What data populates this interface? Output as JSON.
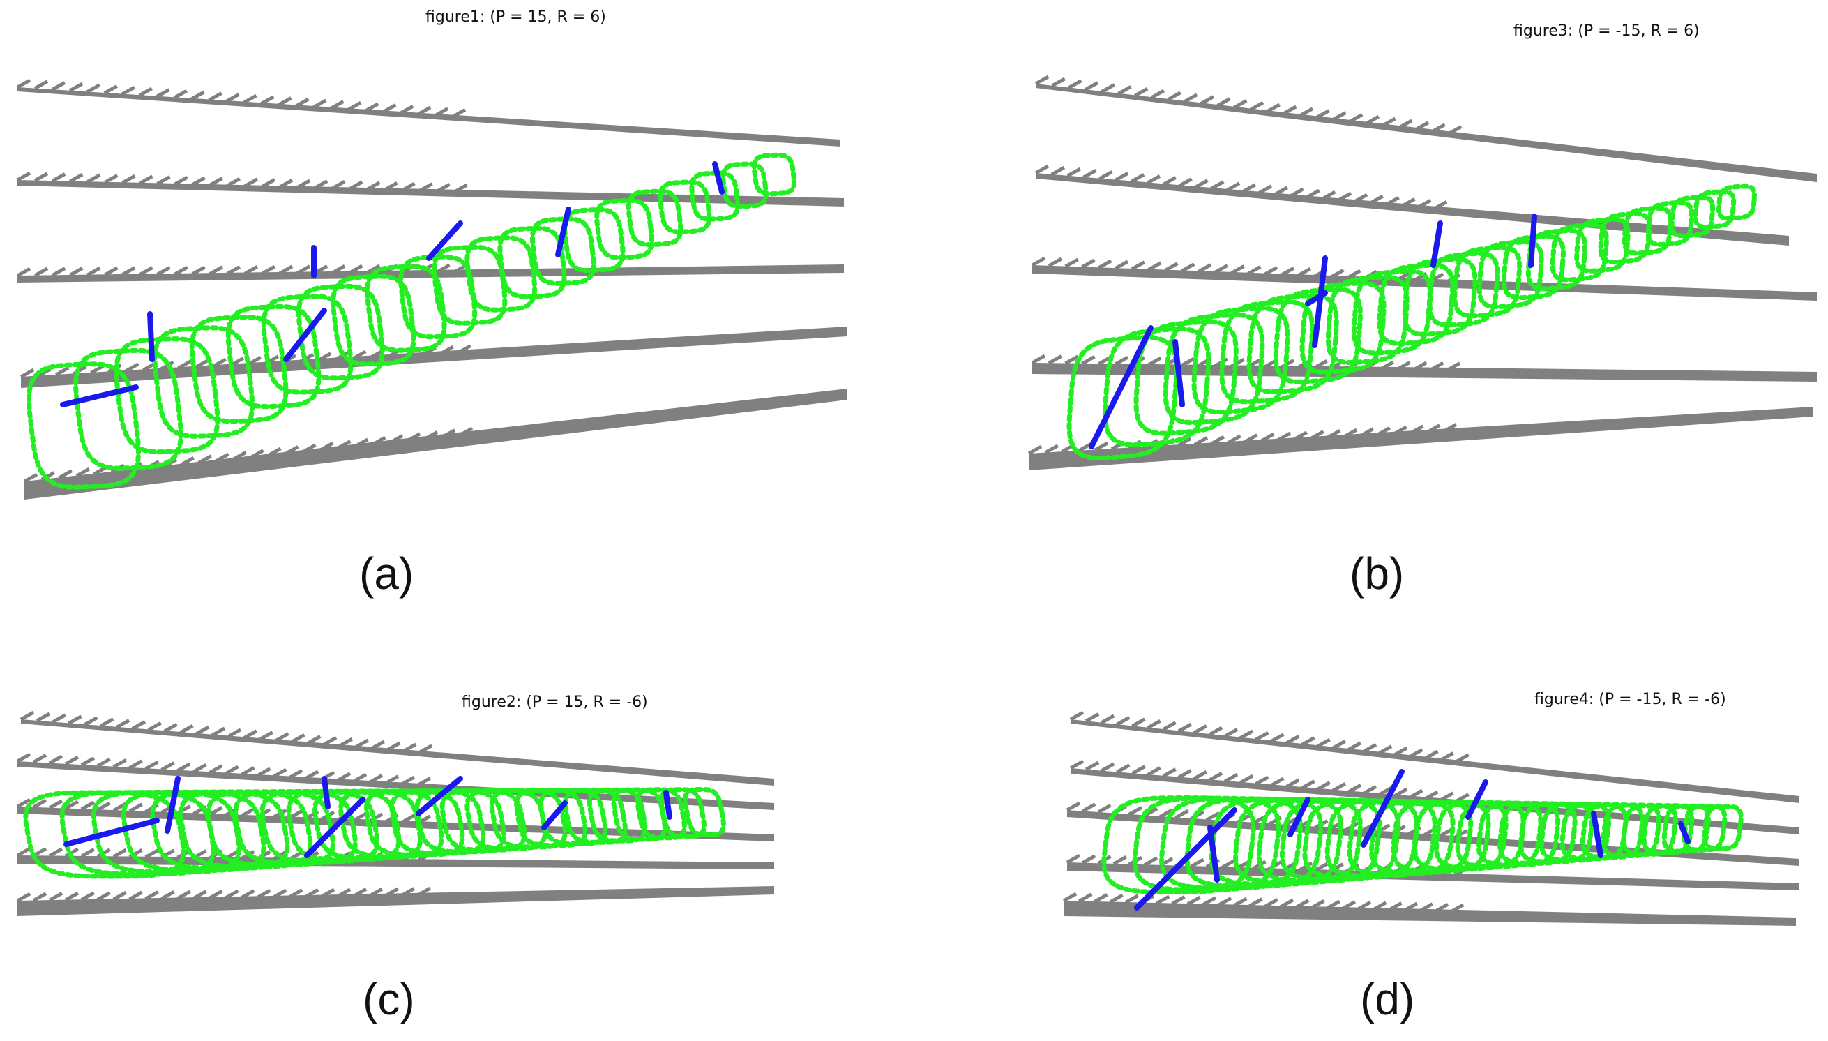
{
  "panels": [
    {
      "id": "a",
      "title": "figure1: (P = 15, R = 6)",
      "label": "(a)"
    },
    {
      "id": "b",
      "title": "figure3: (P = -15, R = 6)",
      "label": "(b)"
    },
    {
      "id": "c",
      "title": "figure2: (P = 15, R = -6)",
      "label": "(c)"
    },
    {
      "id": "d",
      "title": "figure4: (P = -15, R = -6)",
      "label": "(d)"
    }
  ],
  "colors": {
    "background": "#ffffff",
    "plates": "#808080",
    "rings": "#22ee22",
    "axis_lines": "#1a1aee",
    "text": "#111111"
  }
}
